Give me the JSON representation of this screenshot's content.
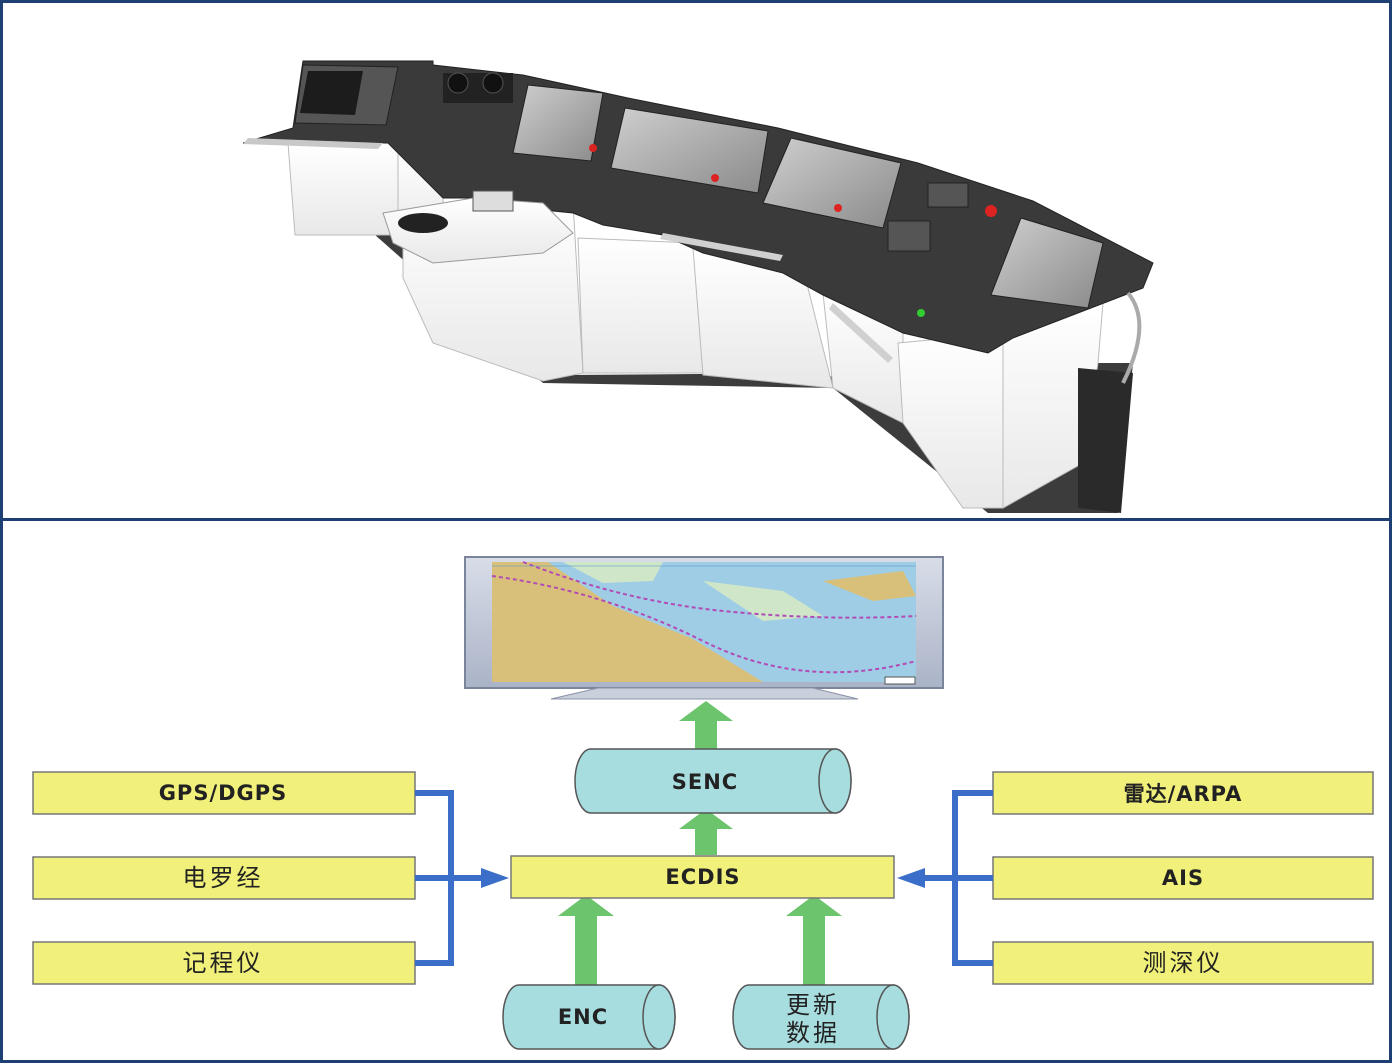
{
  "photo": {
    "subject": "ship-bridge-console"
  },
  "diagram": {
    "display": "ECDIS display monitor",
    "center": "ECDIS",
    "senc": "SENC",
    "enc": "ENC",
    "update_line1": "更新",
    "update_line2": "数据",
    "left_inputs": [
      "GPS/DGPS",
      "电罗经",
      "记程仪"
    ],
    "right_inputs": [
      "雷达/ARPA",
      "AIS",
      "测深仪"
    ],
    "colors": {
      "box_fill": "#f0f07a",
      "box_border": "#777777",
      "cylinder_fill": "#a8dde0",
      "arrow_green": "#6cc46c",
      "connector_blue": "#3a6ec8",
      "frame_blue": "#1d3f73"
    }
  }
}
